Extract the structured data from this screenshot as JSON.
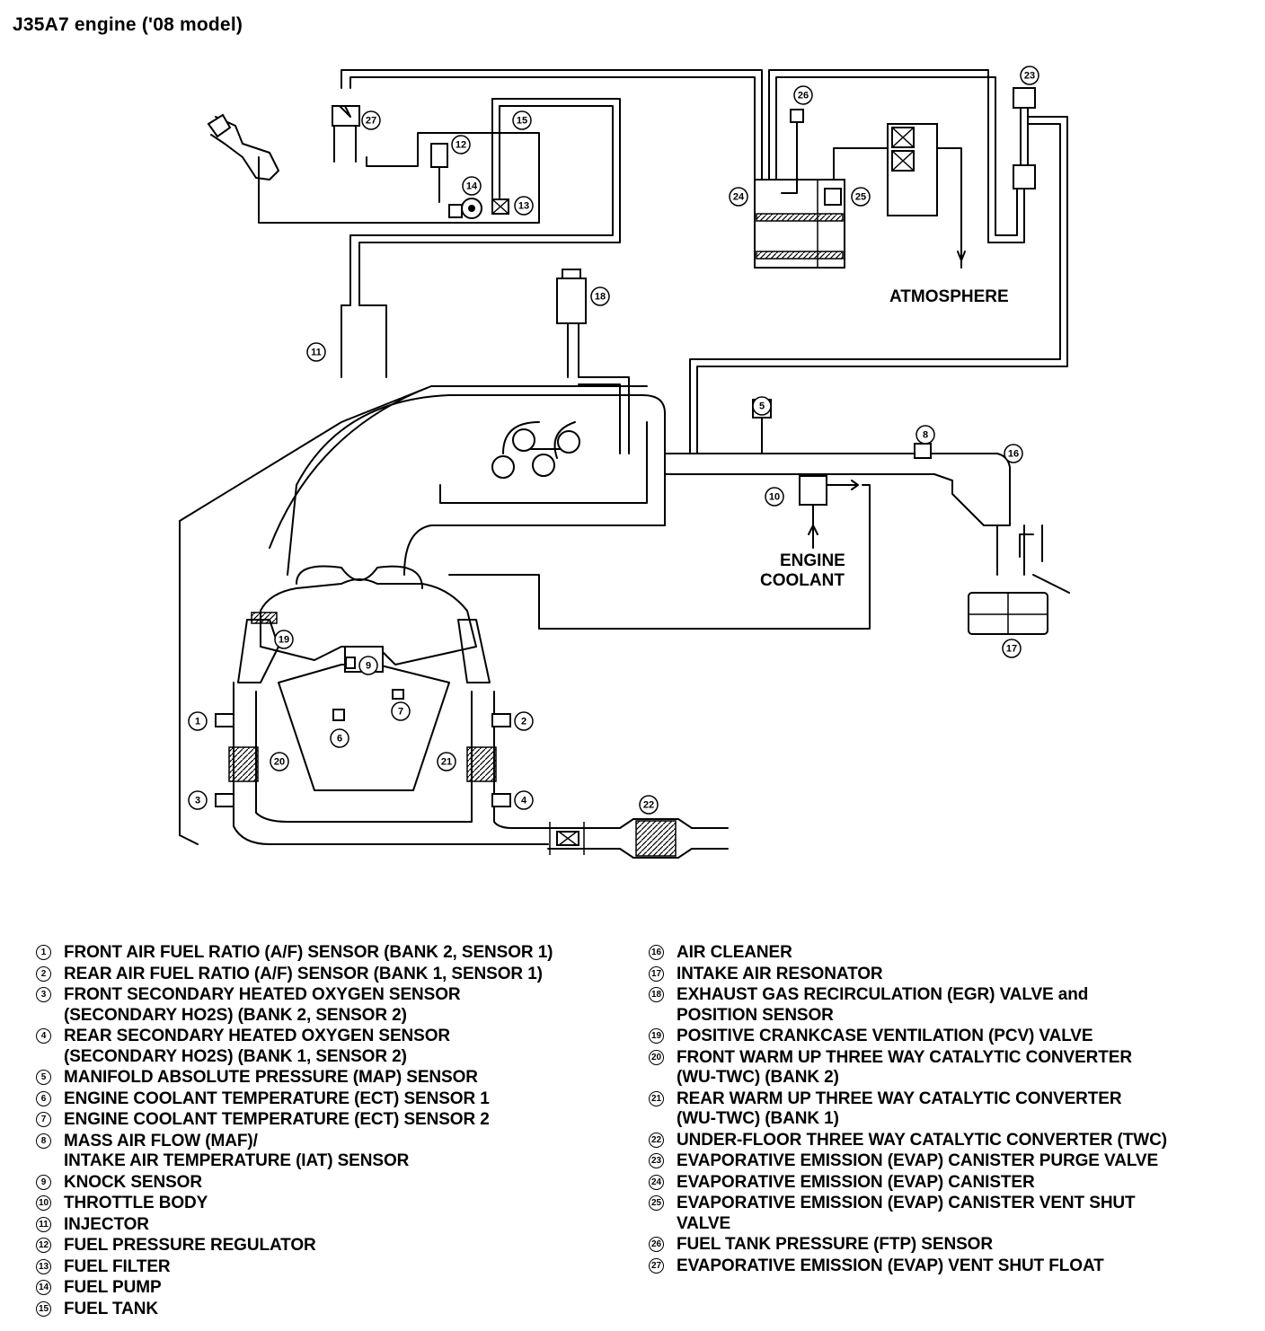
{
  "page": {
    "title": "J35A7 engine ('08 model)"
  },
  "diagram": {
    "labels": {
      "atmosphere": "ATMOSPHERE",
      "engine_coolant_1": "ENGINE",
      "engine_coolant_2": "COOLANT"
    },
    "callouts": [
      "1",
      "2",
      "3",
      "4",
      "5",
      "6",
      "7",
      "8",
      "9",
      "10",
      "11",
      "12",
      "13",
      "14",
      "15",
      "16",
      "17",
      "18",
      "19",
      "20",
      "21",
      "22",
      "23",
      "24",
      "25",
      "26",
      "27"
    ]
  },
  "legend": {
    "left": [
      {
        "num": "1",
        "text": "FRONT AIR FUEL RATIO (A/F) SENSOR (BANK 2, SENSOR 1)"
      },
      {
        "num": "2",
        "text": "REAR AIR FUEL RATIO (A/F) SENSOR (BANK 1, SENSOR 1)"
      },
      {
        "num": "3",
        "text": "FRONT SECONDARY HEATED OXYGEN SENSOR\n(SECONDARY HO2S) (BANK 2, SENSOR 2)"
      },
      {
        "num": "4",
        "text": "REAR SECONDARY HEATED OXYGEN SENSOR\n(SECONDARY HO2S) (BANK 1, SENSOR 2)"
      },
      {
        "num": "5",
        "text": "MANIFOLD ABSOLUTE PRESSURE (MAP) SENSOR"
      },
      {
        "num": "6",
        "text": "ENGINE COOLANT TEMPERATURE (ECT) SENSOR 1"
      },
      {
        "num": "7",
        "text": "ENGINE COOLANT TEMPERATURE (ECT) SENSOR 2"
      },
      {
        "num": "8",
        "text": "MASS AIR FLOW (MAF)/\nINTAKE AIR TEMPERATURE (IAT) SENSOR"
      },
      {
        "num": "9",
        "text": "KNOCK SENSOR"
      },
      {
        "num": "10",
        "text": "THROTTLE BODY"
      },
      {
        "num": "11",
        "text": "INJECTOR"
      },
      {
        "num": "12",
        "text": "FUEL PRESSURE REGULATOR"
      },
      {
        "num": "13",
        "text": "FUEL FILTER"
      },
      {
        "num": "14",
        "text": "FUEL PUMP"
      },
      {
        "num": "15",
        "text": "FUEL TANK"
      }
    ],
    "right": [
      {
        "num": "16",
        "text": "AIR CLEANER"
      },
      {
        "num": "17",
        "text": "INTAKE AIR RESONATOR"
      },
      {
        "num": "18",
        "text": "EXHAUST GAS RECIRCULATION (EGR) VALVE and\nPOSITION SENSOR"
      },
      {
        "num": "19",
        "text": "POSITIVE CRANKCASE VENTILATION (PCV) VALVE"
      },
      {
        "num": "20",
        "text": "FRONT WARM UP THREE WAY CATALYTIC CONVERTER\n(WU-TWC) (BANK 2)"
      },
      {
        "num": "21",
        "text": "REAR WARM UP THREE WAY CATALYTIC CONVERTER\n(WU-TWC) (BANK 1)"
      },
      {
        "num": "22",
        "text": "UNDER-FLOOR THREE WAY CATALYTIC CONVERTER (TWC)"
      },
      {
        "num": "23",
        "text": "EVAPORATIVE EMISSION (EVAP) CANISTER PURGE VALVE"
      },
      {
        "num": "24",
        "text": "EVAPORATIVE EMISSION (EVAP) CANISTER"
      },
      {
        "num": "25",
        "text": "EVAPORATIVE EMISSION (EVAP) CANISTER VENT SHUT\nVALVE"
      },
      {
        "num": "26",
        "text": "FUEL TANK PRESSURE (FTP) SENSOR"
      },
      {
        "num": "27",
        "text": "EVAPORATIVE EMISSION (EVAP) VENT SHUT FLOAT"
      }
    ]
  }
}
